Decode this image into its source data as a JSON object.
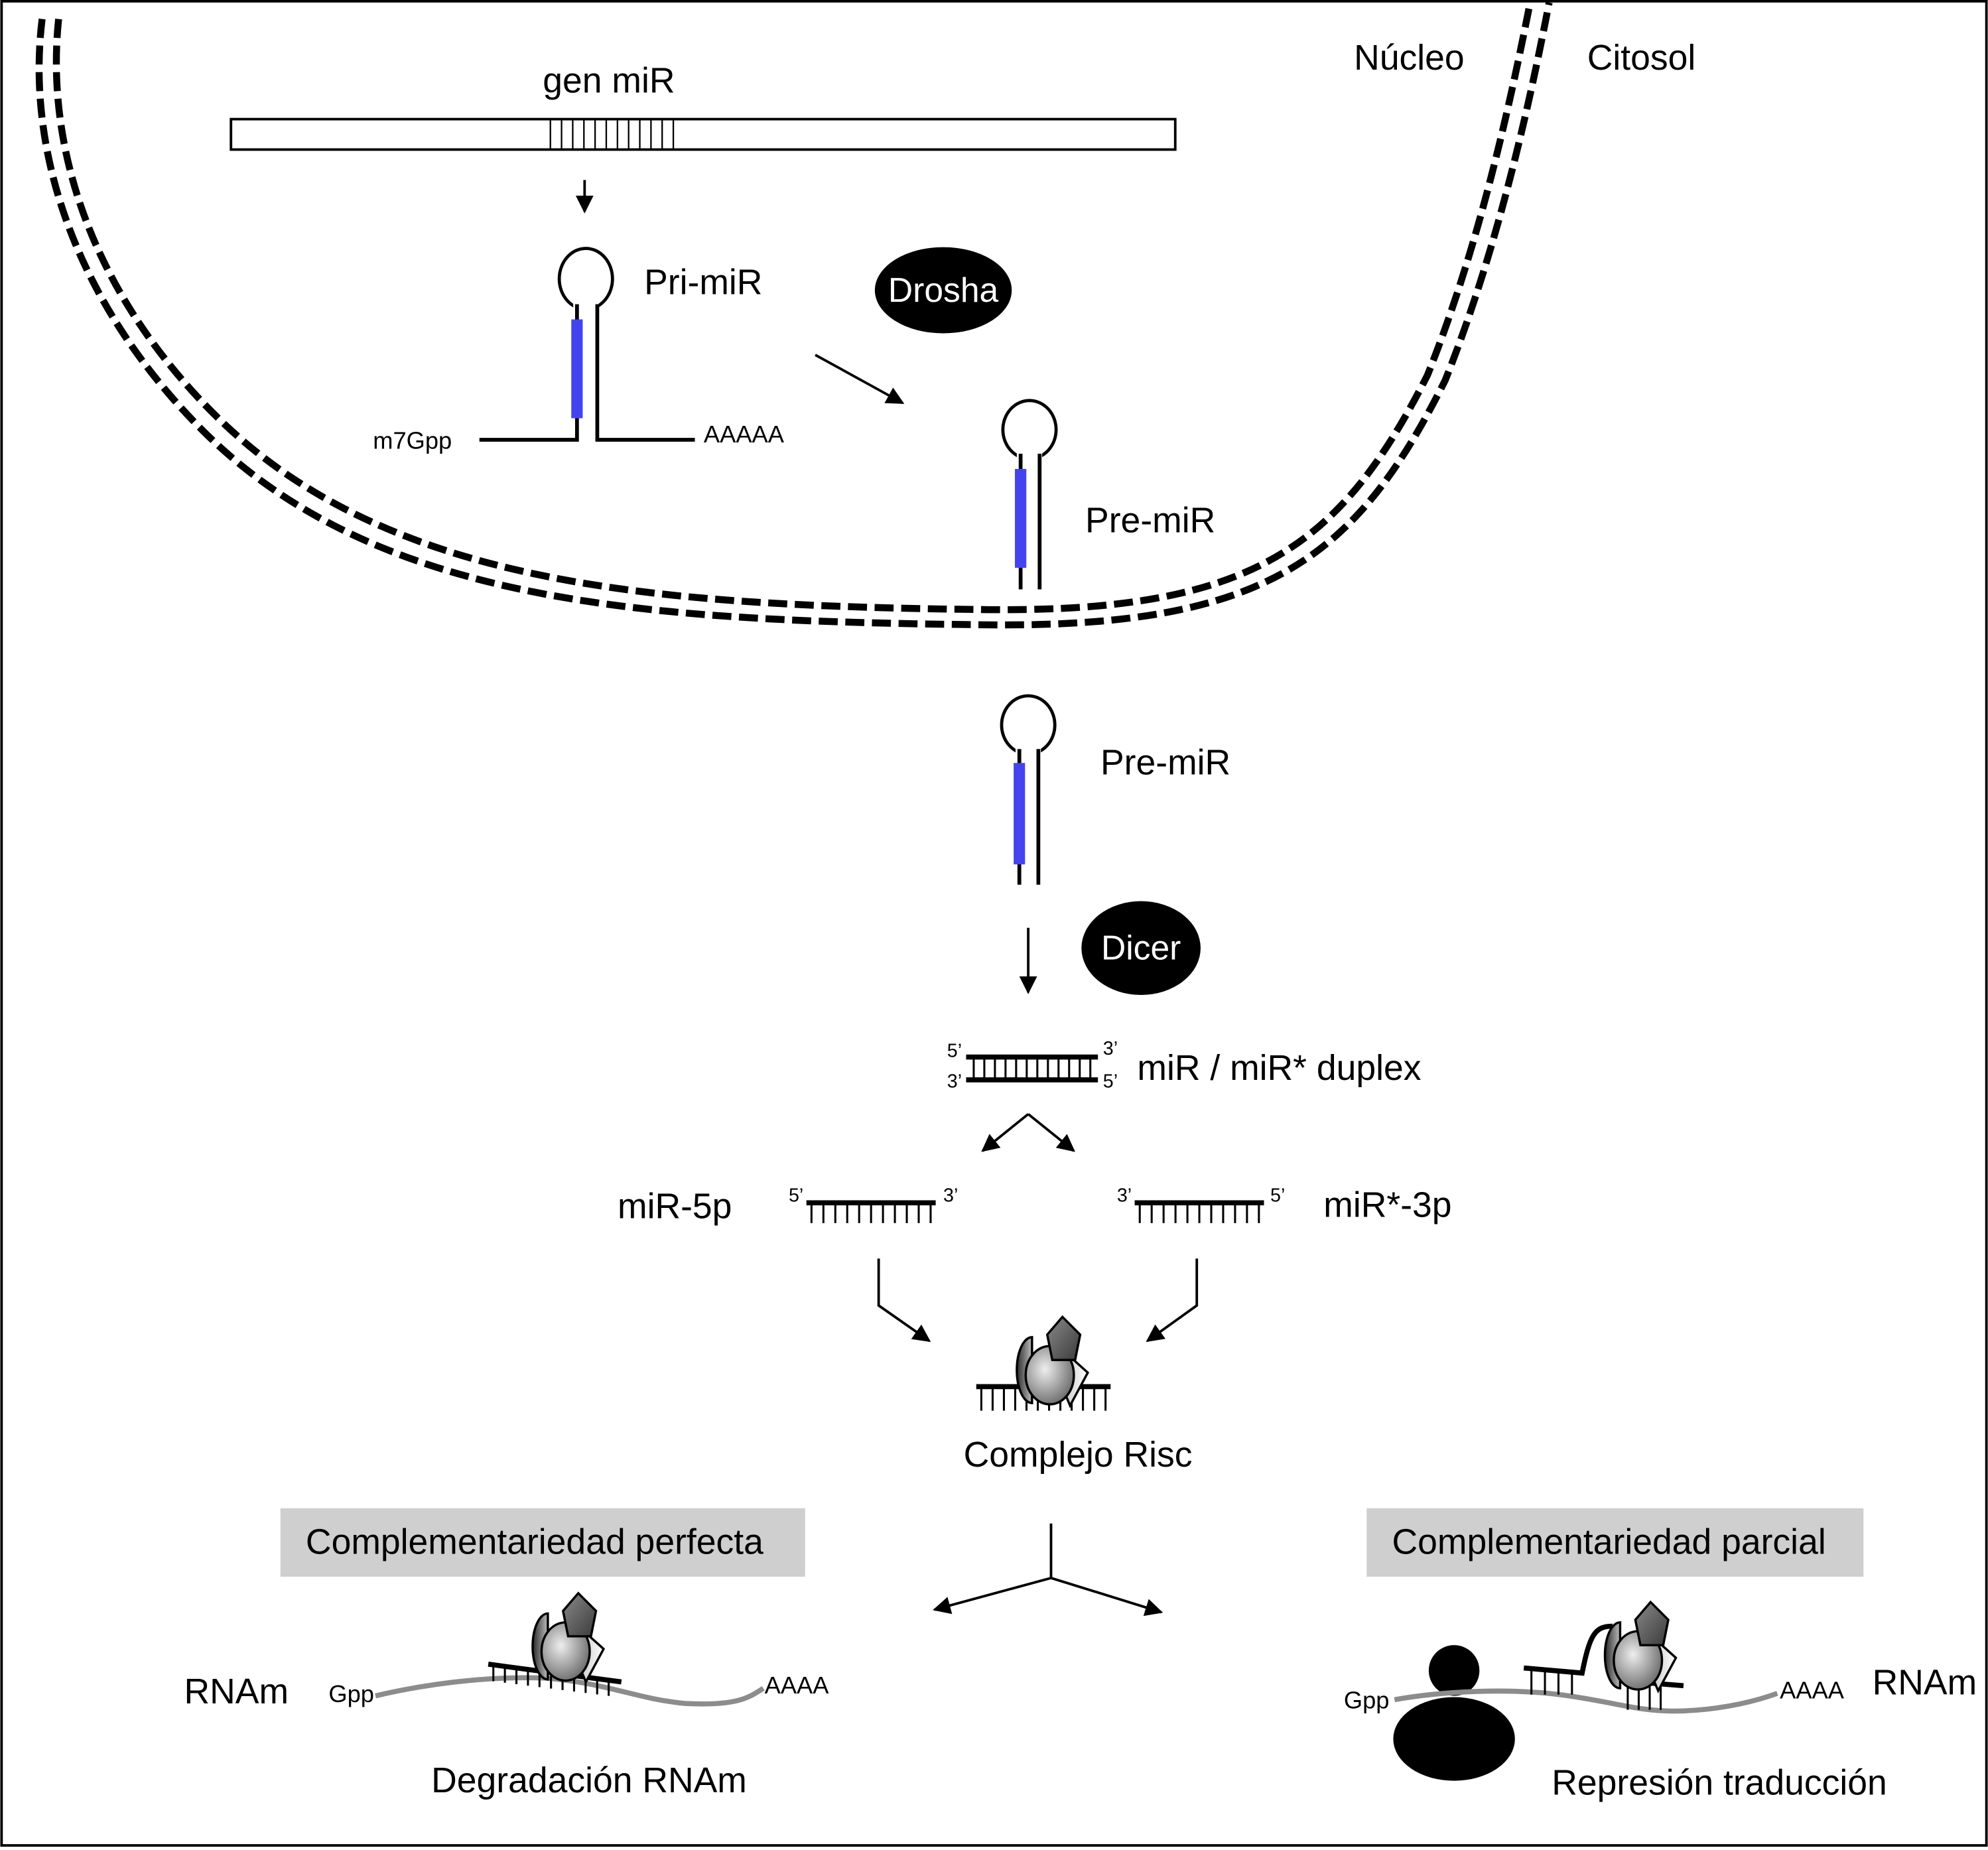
{
  "figure": {
    "title": "miRNA biogenesis and mechanism of action",
    "compartments": {
      "nucleus": "Núcleo",
      "cytosol": "Citosol"
    },
    "gene": {
      "label": "gen miR"
    },
    "pri_mir": {
      "label": "Pri-miR",
      "cap": "m7Gpp",
      "tail": "AAAAA"
    },
    "drosha": {
      "label": "Drosha"
    },
    "pre_mir_nucleus": {
      "label": "Pre-miR"
    },
    "pre_mir_cytosol": {
      "label": "Pre-miR"
    },
    "dicer": {
      "label": "Dicer"
    },
    "duplex": {
      "label": "miR / miR* duplex",
      "top_left": "5’",
      "top_right": "3’",
      "bottom_left": "3’",
      "bottom_right": "5’"
    },
    "mir_5p": {
      "label": "miR-5p",
      "left_end": "5’",
      "right_end": "3’"
    },
    "mir_3p": {
      "label": "miR*-3p",
      "left_end": "3’",
      "right_end": "5’"
    },
    "risc": {
      "label": "Complejo Risc"
    },
    "perfect": {
      "box_label": "Complementariedad perfecta",
      "mrna_label": "RNAm",
      "cap": "Gpp",
      "tail": "AAAA",
      "outcome": "Degradación RNAm"
    },
    "partial": {
      "box_label": "Complementariedad parcial",
      "mrna_label": "RNAm",
      "cap": "Gpp",
      "tail": "AAAA",
      "outcome": "Represión traducción"
    },
    "colors": {
      "mature_mir_strand": "#4444ee",
      "category_box": "#cfcfcf",
      "mrna_strand": "#8c8c8c",
      "enzyme": "#000000"
    }
  }
}
